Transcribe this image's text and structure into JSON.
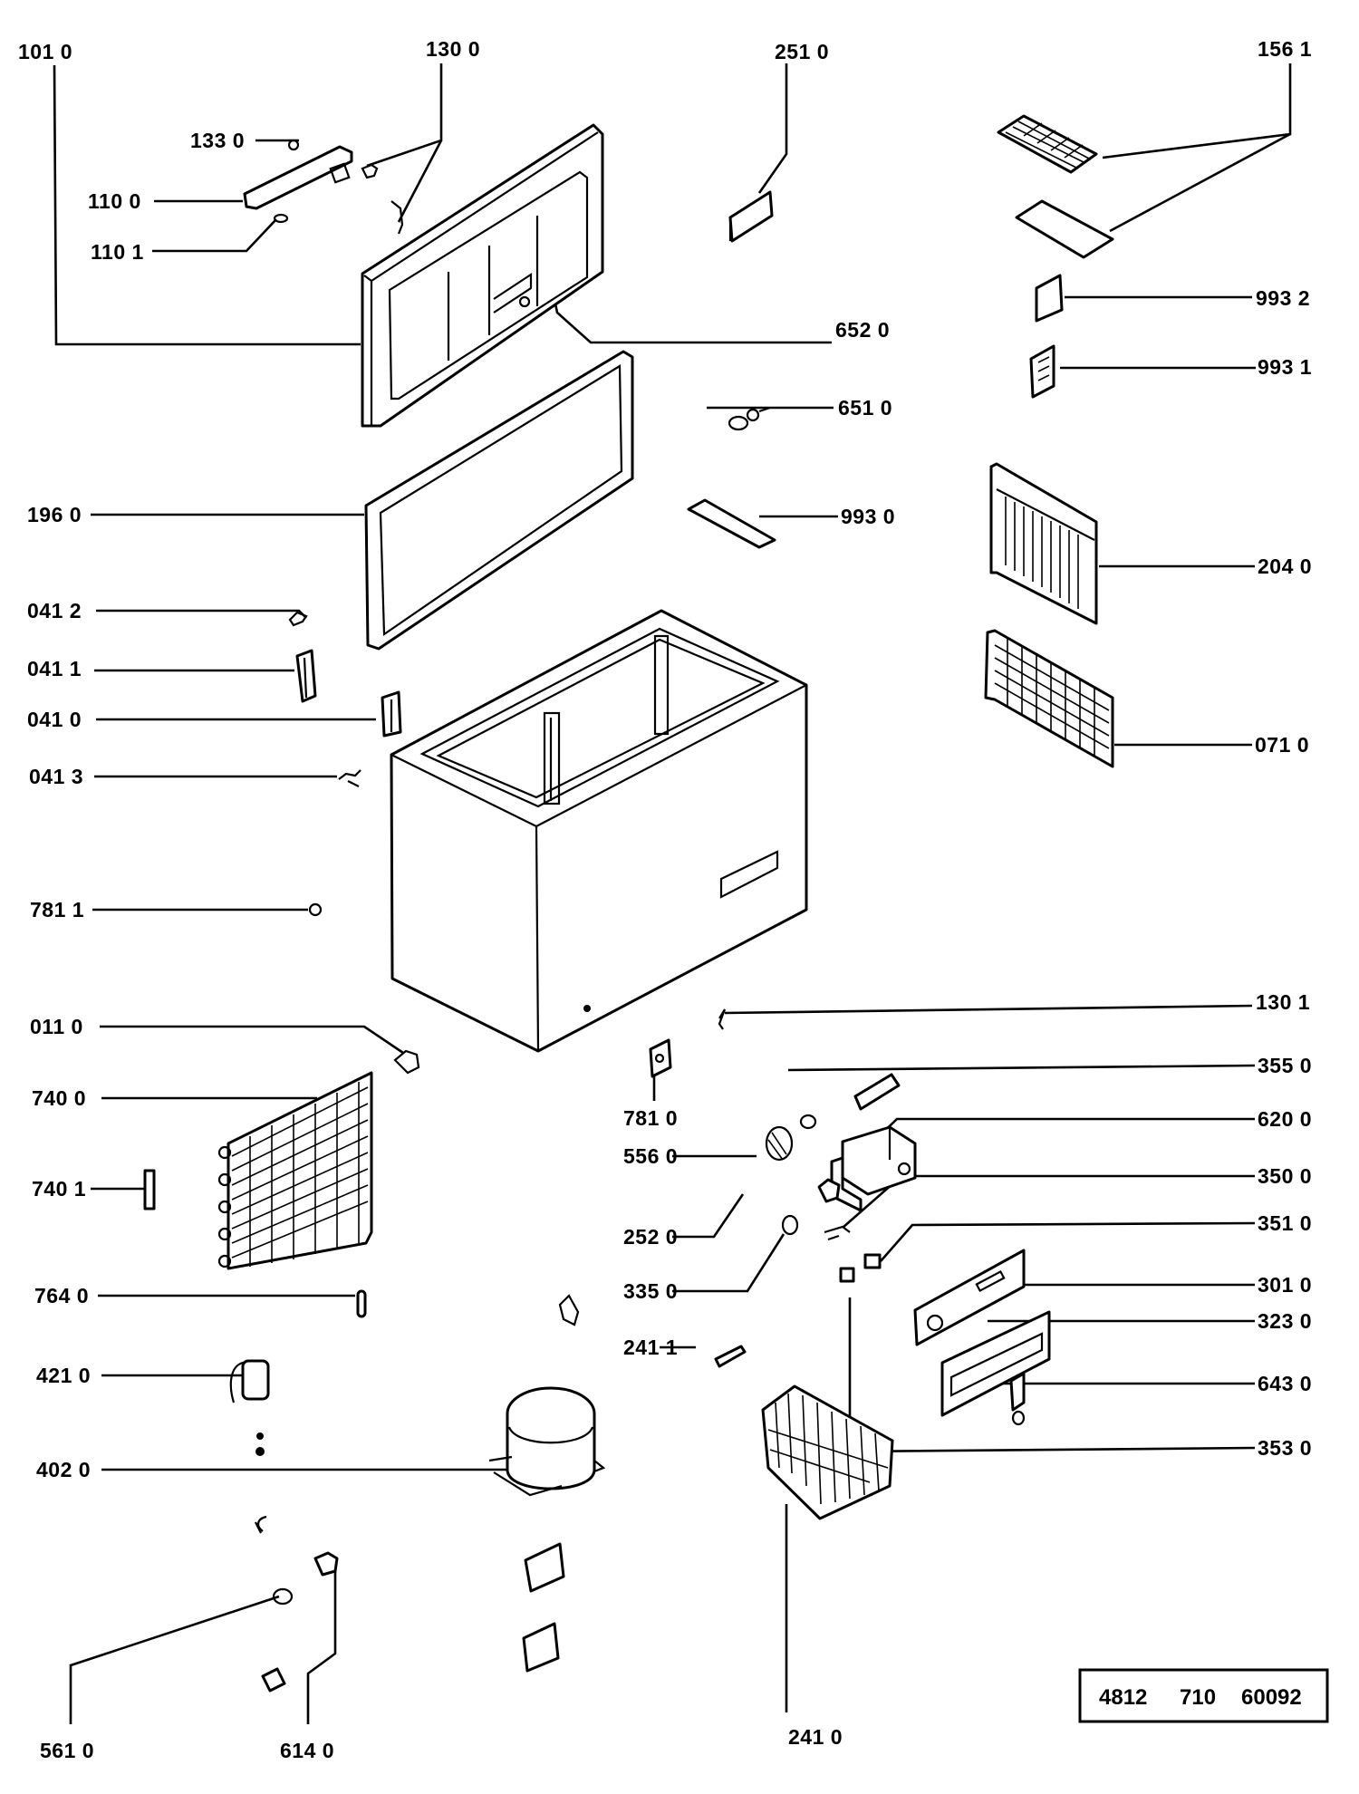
{
  "diagram": {
    "title": "Chest freezer exploded parts diagram",
    "reference_code": [
      "4812",
      "710",
      "60092"
    ],
    "parts": [
      {
        "id": "lid",
        "label": "101 0"
      },
      {
        "id": "hinge-screws",
        "label": "130 0"
      },
      {
        "id": "handle-cap",
        "label": "133 0"
      },
      {
        "id": "handle",
        "label": "110 0"
      },
      {
        "id": "handle-plug",
        "label": "110 1"
      },
      {
        "id": "lid-lamp-cover",
        "label": "251 0"
      },
      {
        "id": "ice-tray-and-cover",
        "label": "156 1"
      },
      {
        "id": "label-plate",
        "label": "993 2"
      },
      {
        "id": "temp-indicator",
        "label": "993 1"
      },
      {
        "id": "lid-lamp",
        "label": "652 0"
      },
      {
        "id": "lamp-holder",
        "label": "651 0"
      },
      {
        "id": "lamp-switch-bar",
        "label": "993 0"
      },
      {
        "id": "door-gasket",
        "label": "196 0"
      },
      {
        "id": "hinge-clip-upper",
        "label": "041 2"
      },
      {
        "id": "hinge-cover",
        "label": "041 1"
      },
      {
        "id": "hinge",
        "label": "041 0"
      },
      {
        "id": "hinge-clip-lower",
        "label": "041 3"
      },
      {
        "id": "divider-panel",
        "label": "204 0"
      },
      {
        "id": "grille-panel",
        "label": "071 0"
      },
      {
        "id": "drain-plug",
        "label": "781 1"
      },
      {
        "id": "foot",
        "label": "011 0"
      },
      {
        "id": "condenser",
        "label": "740 0"
      },
      {
        "id": "condenser-clip",
        "label": "740 1"
      },
      {
        "id": "drier-filter",
        "label": "764 0"
      },
      {
        "id": "capacitor",
        "label": "421 0"
      },
      {
        "id": "compressor",
        "label": "402 0"
      },
      {
        "id": "grommet",
        "label": "561 0"
      },
      {
        "id": "relay",
        "label": "614 0"
      },
      {
        "id": "basket",
        "label": "241 0"
      },
      {
        "id": "drain-bracket",
        "label": "781 0"
      },
      {
        "id": "thermostat-coil",
        "label": "556 0"
      },
      {
        "id": "control-housing",
        "label": "252 0"
      },
      {
        "id": "knob",
        "label": "335 0"
      },
      {
        "id": "basket-handle",
        "label": "241 1"
      },
      {
        "id": "hinge-screw-lower",
        "label": "130 1"
      },
      {
        "id": "light-switch",
        "label": "355 0"
      },
      {
        "id": "thermostat",
        "label": "620 0"
      },
      {
        "id": "indicator-lamp",
        "label": "350 0"
      },
      {
        "id": "lamp-lens",
        "label": "351 0"
      },
      {
        "id": "control-panel",
        "label": "301 0"
      },
      {
        "id": "panel-overlay",
        "label": "323 0"
      },
      {
        "id": "switch-button",
        "label": "643 0"
      },
      {
        "id": "signal-lamp",
        "label": "353 0"
      }
    ]
  }
}
